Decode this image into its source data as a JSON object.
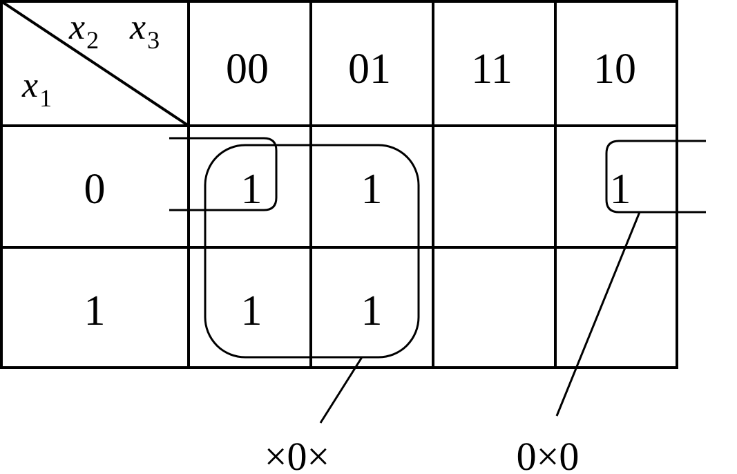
{
  "kmap": {
    "row_var": "x",
    "row_var_sub": "1",
    "col_var_a": "x",
    "col_var_a_sub": "2",
    "col_var_b": "x",
    "col_var_b_sub": "3",
    "col_headers": [
      "00",
      "01",
      "11",
      "10"
    ],
    "row_headers": [
      "0",
      "1"
    ],
    "cells": [
      [
        "1",
        "1",
        "",
        "1"
      ],
      [
        "1",
        "1",
        "",
        ""
      ]
    ]
  },
  "groups": {
    "big_group_label": "×0×",
    "corner_group_label": "0×0"
  }
}
